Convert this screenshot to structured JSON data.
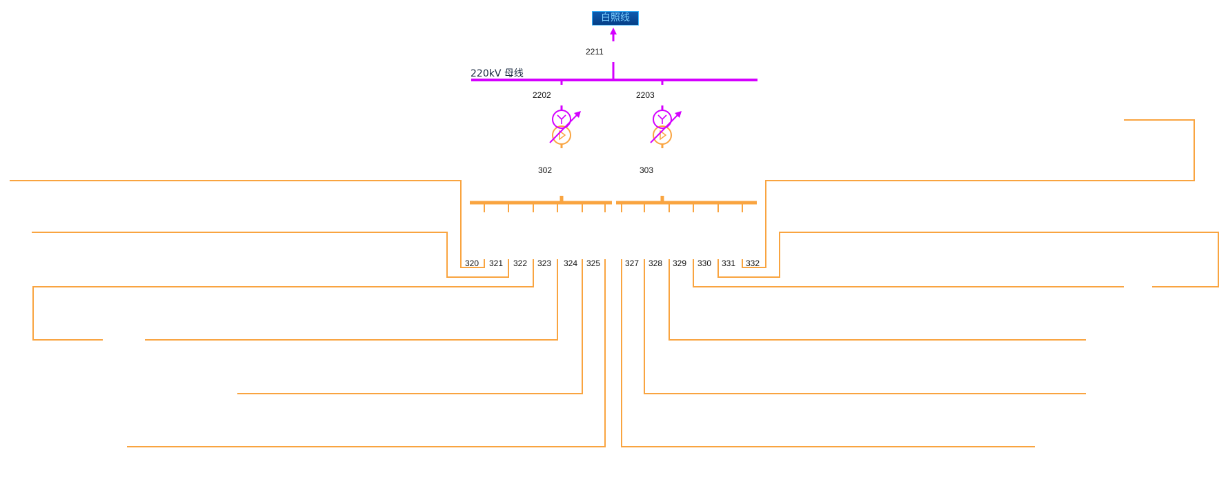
{
  "colors": {
    "hv_bus": "#d400ff",
    "lv_bus": "#f9a440",
    "button_bg": "#0a4a9c",
    "button_border": "#39b6ff",
    "button_text": "#7fd0ff",
    "label_text": "#111111",
    "bus_label_text": "#1a2a40"
  },
  "outgoing_line": {
    "button_label": "白照线",
    "breaker": "2211"
  },
  "hv_bus": {
    "label": "220kV 母线"
  },
  "transformers": [
    {
      "hv_breaker": "2202",
      "lv_breaker": "302"
    },
    {
      "hv_breaker": "2203",
      "lv_breaker": "303"
    }
  ],
  "feeders_left": [
    "320",
    "321",
    "322",
    "323",
    "324",
    "325"
  ],
  "feeders_right": [
    "327",
    "328",
    "329",
    "330",
    "331",
    "332"
  ]
}
